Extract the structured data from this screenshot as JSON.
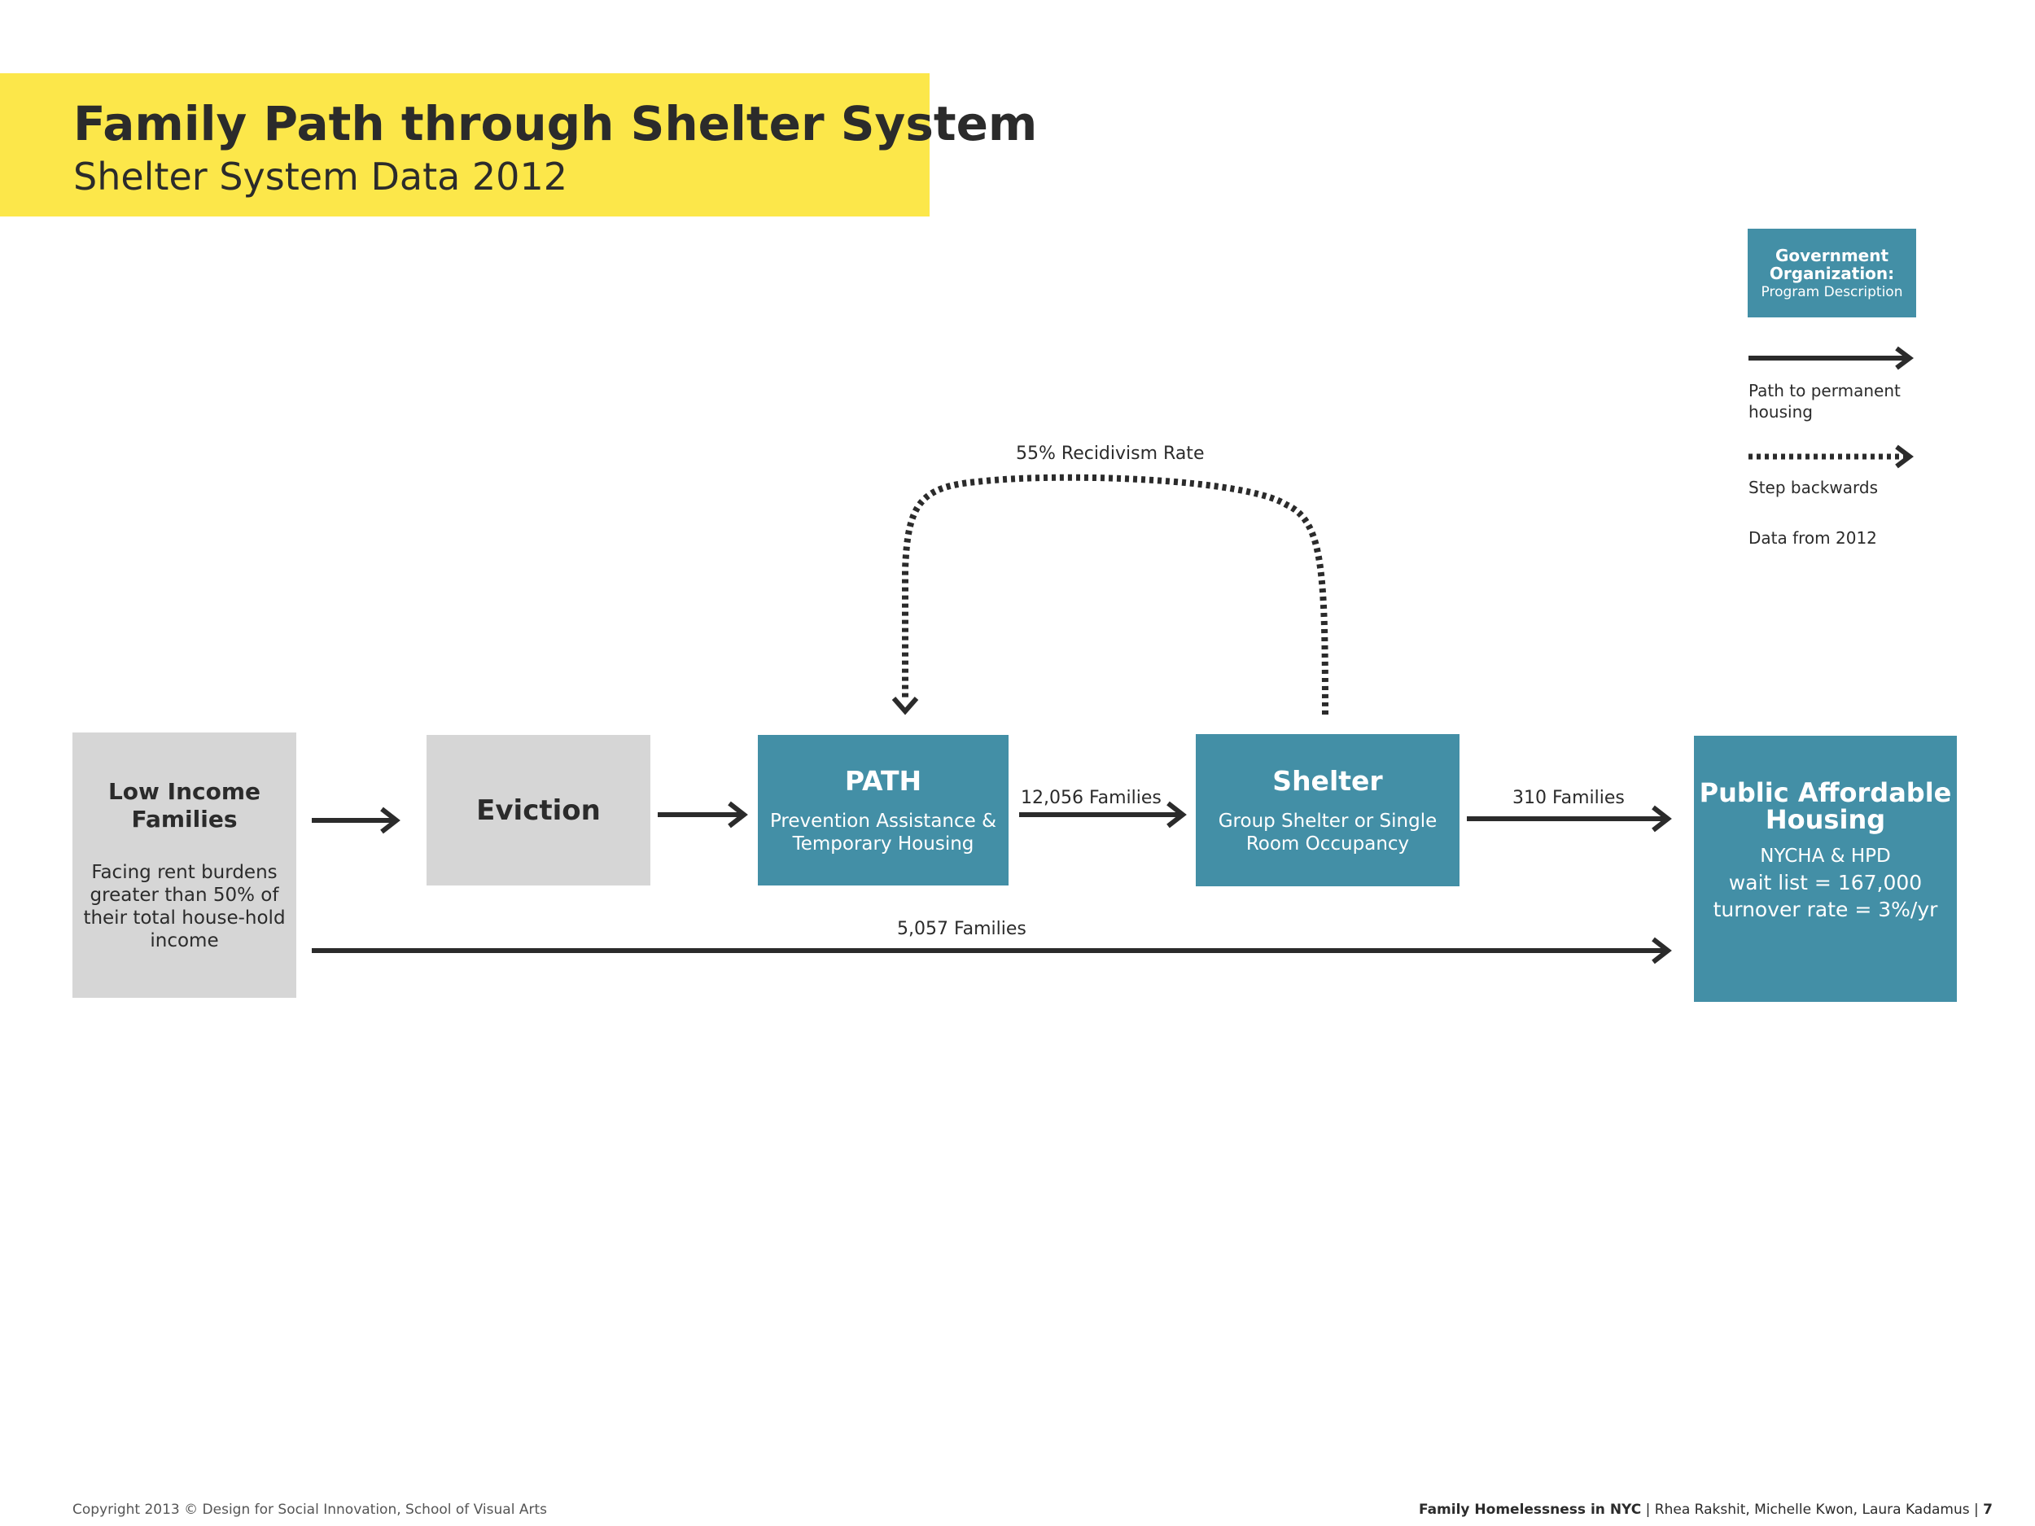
{
  "header": {
    "title": "Family Path through Shelter System",
    "subtitle": "Shelter System Data 2012"
  },
  "nodes": {
    "low_income": {
      "title": "Low Income Families",
      "description": "Facing rent burdens greater than 50% of their total house-hold income"
    },
    "eviction": {
      "title": "Eviction"
    },
    "path": {
      "title": "PATH",
      "description": "Prevention Assistance & Temporary Housing"
    },
    "shelter": {
      "title": "Shelter",
      "description": "Group Shelter or Single Room Occupancy"
    },
    "public_housing": {
      "title": "Public Affordable Housing",
      "agencies": "NYCHA & HPD",
      "wait_list": "wait list = 167,000",
      "turnover": "turnover rate = 3%/yr"
    }
  },
  "flows": {
    "path_to_shelter": "12,056 Families",
    "shelter_to_housing": "310 Families",
    "direct_to_housing": "5,057 Families",
    "recidivism": "55% Recidivism Rate"
  },
  "legend": {
    "org_title": "Government Organization:",
    "org_desc": "Program Description",
    "solid_label": "Path to permanent housing",
    "dotted_label": "Step backwards",
    "data_note": "Data from 2012"
  },
  "footer": {
    "copyright": "Copyright 2013 © Design for Social Innovation, School of Visual Arts",
    "project_bold": "Family Homelessness",
    "project_rest": " in NYC",
    "authors": " | Rhea Rakshit, Michelle Kwon, Laura Kadamus | ",
    "page": "7"
  },
  "colors": {
    "accent_yellow": "#fce74a",
    "teal": "#438fa6",
    "grey": "#d6d6d6",
    "arrow": "#2b2b2b"
  }
}
